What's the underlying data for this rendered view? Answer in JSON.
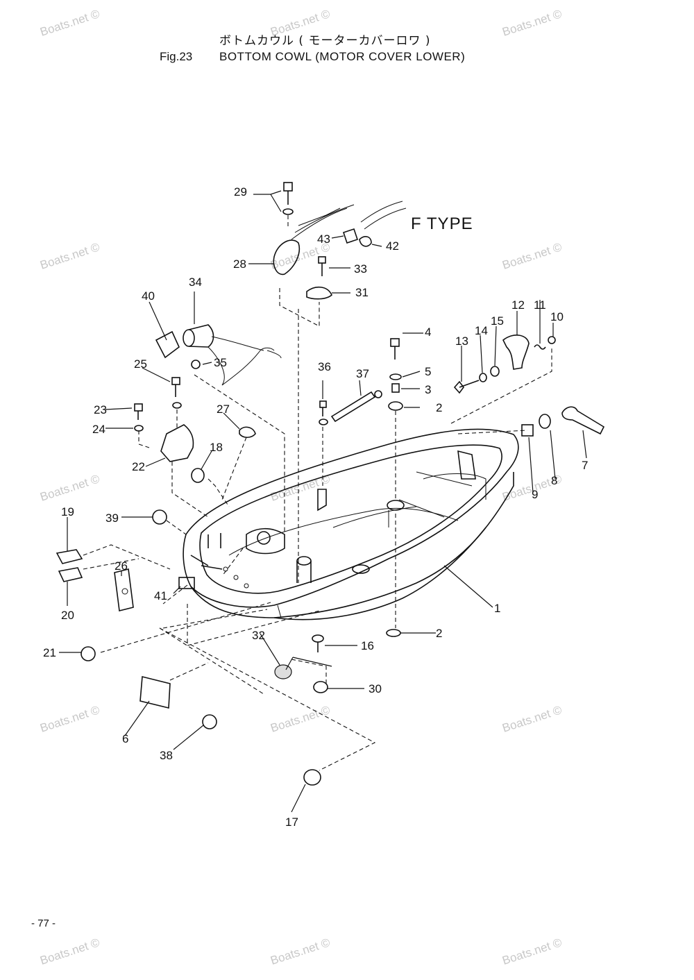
{
  "header": {
    "title_jp": "ボトムカウル ( モーターカバーロワ )",
    "fig_no": "Fig.23",
    "title_en": "BOTTOM COWL (MOTOR COVER LOWER)"
  },
  "variant_label": "F TYPE",
  "watermark": "Boats.net ©",
  "part_labels": [
    "1",
    "2",
    "2",
    "3",
    "4",
    "5",
    "6",
    "7",
    "8",
    "9",
    "10",
    "11",
    "12",
    "13",
    "14",
    "15",
    "16",
    "17",
    "18",
    "19",
    "20",
    "21",
    "22",
    "23",
    "24",
    "25",
    "26",
    "27",
    "28",
    "29",
    "30",
    "31",
    "32",
    "33",
    "34",
    "35",
    "36",
    "37",
    "38",
    "39",
    "40",
    "41",
    "42",
    "43"
  ],
  "page_number": "- 77 -"
}
